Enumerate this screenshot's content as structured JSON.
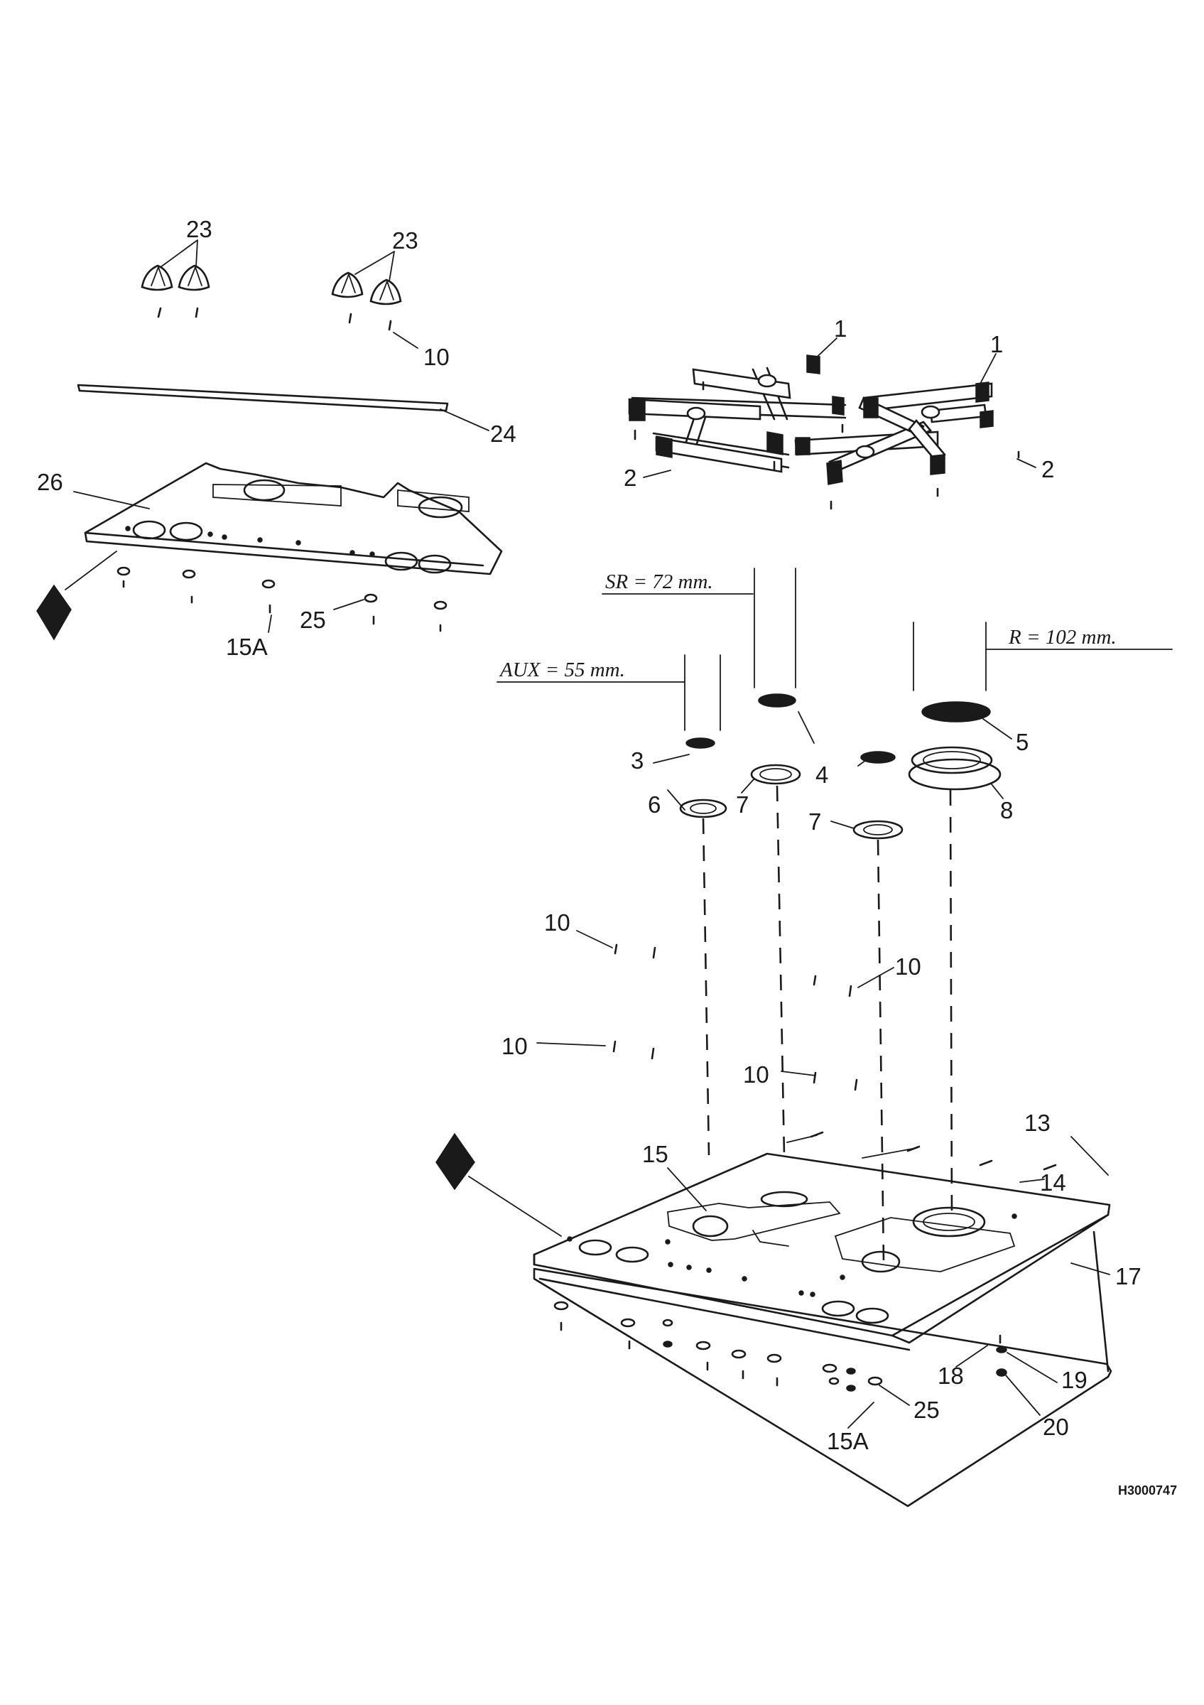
{
  "labels": {
    "l23a": "23",
    "l23b": "23",
    "l10top": "10",
    "l1a": "1",
    "l1b": "1",
    "l2a": "2",
    "l2b": "2",
    "l24": "24",
    "l26": "26",
    "l25a": "25",
    "l15Aa": "15A",
    "l3": "3",
    "l4": "4",
    "l5": "5",
    "l6": "6",
    "l7a": "7",
    "l7b": "7",
    "l8": "8",
    "l10a": "10",
    "l10b": "10",
    "l10c": "10",
    "l10d": "10",
    "l13": "13",
    "l14": "14",
    "l15": "15",
    "l17": "17",
    "l18": "18",
    "l19": "19",
    "l20": "20",
    "l25b": "25",
    "l15Ab": "15A"
  },
  "dimensions": {
    "sr": "SR = 72 mm.",
    "r": "R = 102 mm.",
    "aux": "AUX = 55 mm."
  },
  "drawing_code": "H3000747"
}
